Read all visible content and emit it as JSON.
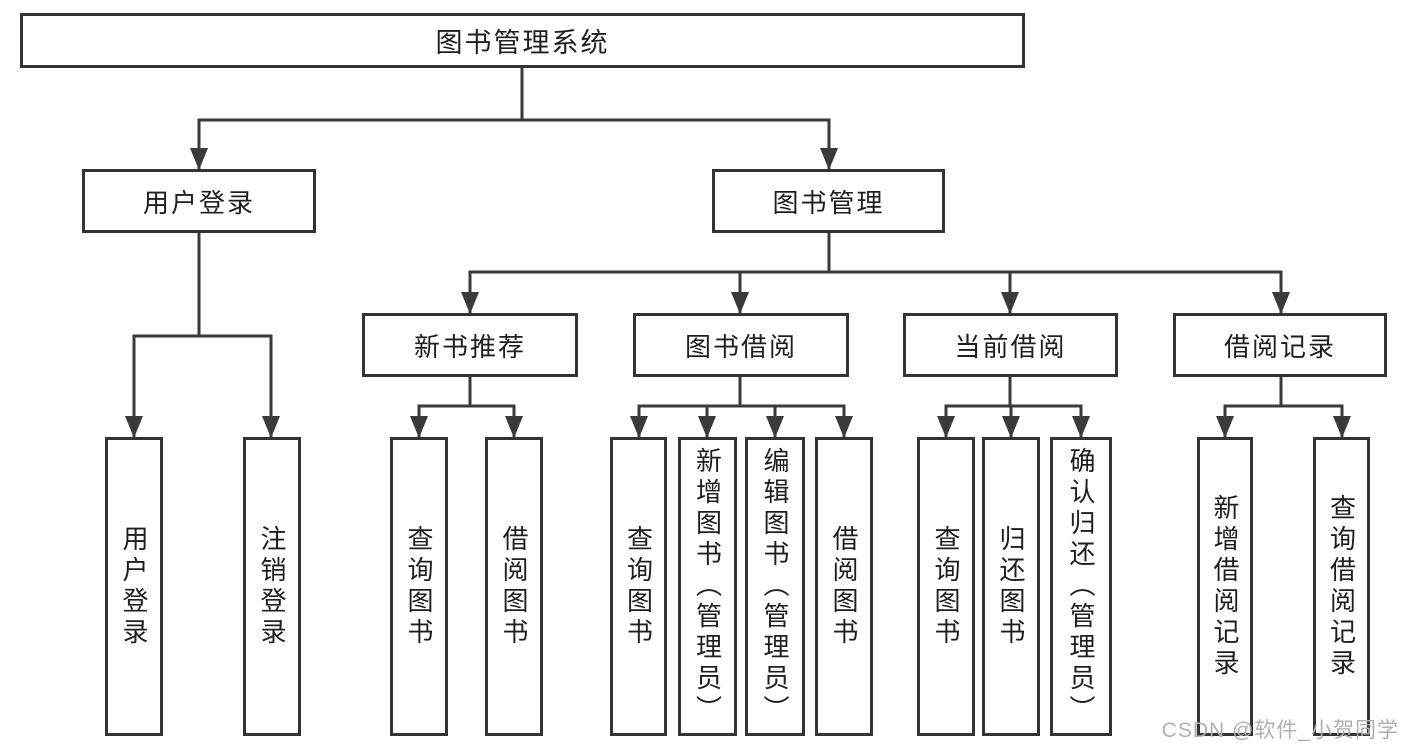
{
  "colors": {
    "background": "#ffffff",
    "box_bg": "#ffffff",
    "border": "#333333",
    "line": "#3a3a3a",
    "text": "#1f1f1f",
    "watermark": "#b0b0b0"
  },
  "root": {
    "label": "图书管理系统"
  },
  "level2": [
    {
      "label": "用户登录"
    },
    {
      "label": "图书管理"
    }
  ],
  "level3": [
    {
      "label": "新书推荐"
    },
    {
      "label": "图书借阅"
    },
    {
      "label": "当前借阅"
    },
    {
      "label": "借阅记录"
    }
  ],
  "leaves": [
    {
      "label": "用户登录",
      "parent": "用户登录"
    },
    {
      "label": "注销登录",
      "parent": "用户登录"
    },
    {
      "label": "查询图书",
      "parent": "新书推荐"
    },
    {
      "label": "借阅图书",
      "parent": "新书推荐"
    },
    {
      "label": "查询图书",
      "parent": "图书借阅"
    },
    {
      "label": "新增图书（管理员）",
      "parent": "图书借阅"
    },
    {
      "label": "编辑图书（管理员）",
      "parent": "图书借阅"
    },
    {
      "label": "借阅图书",
      "parent": "图书借阅"
    },
    {
      "label": "查询图书",
      "parent": "当前借阅"
    },
    {
      "label": "归还图书",
      "parent": "当前借阅"
    },
    {
      "label": "确认归还（管理员）",
      "parent": "当前借阅"
    },
    {
      "label": "新增借阅记录",
      "parent": "借阅记录"
    },
    {
      "label": "查询借阅记录",
      "parent": "借阅记录"
    }
  ],
  "watermark": {
    "text": "CSDN @软件_小贺同学"
  }
}
